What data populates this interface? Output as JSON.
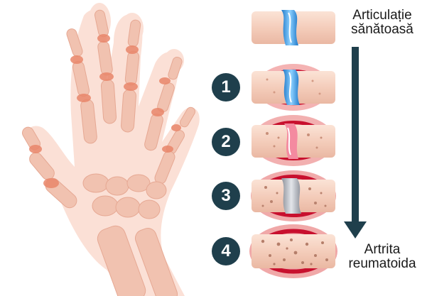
{
  "labels": {
    "healthy_line1": "Articulație",
    "healthy_line2": "sănătoasă",
    "arthritis_line1": "Artrita",
    "arthritis_line2": "reumatoida"
  },
  "stages": [
    {
      "number": "1"
    },
    {
      "number": "2"
    },
    {
      "number": "3"
    },
    {
      "number": "4"
    }
  ],
  "colors": {
    "bone": "#f6d3c4",
    "skin_glow": "#fadcd3",
    "cartilage_healthy": "#2f8fd8",
    "inflammation": "#c8102e",
    "badge": "#1f3f4c",
    "arrow": "#1f3f4c"
  }
}
